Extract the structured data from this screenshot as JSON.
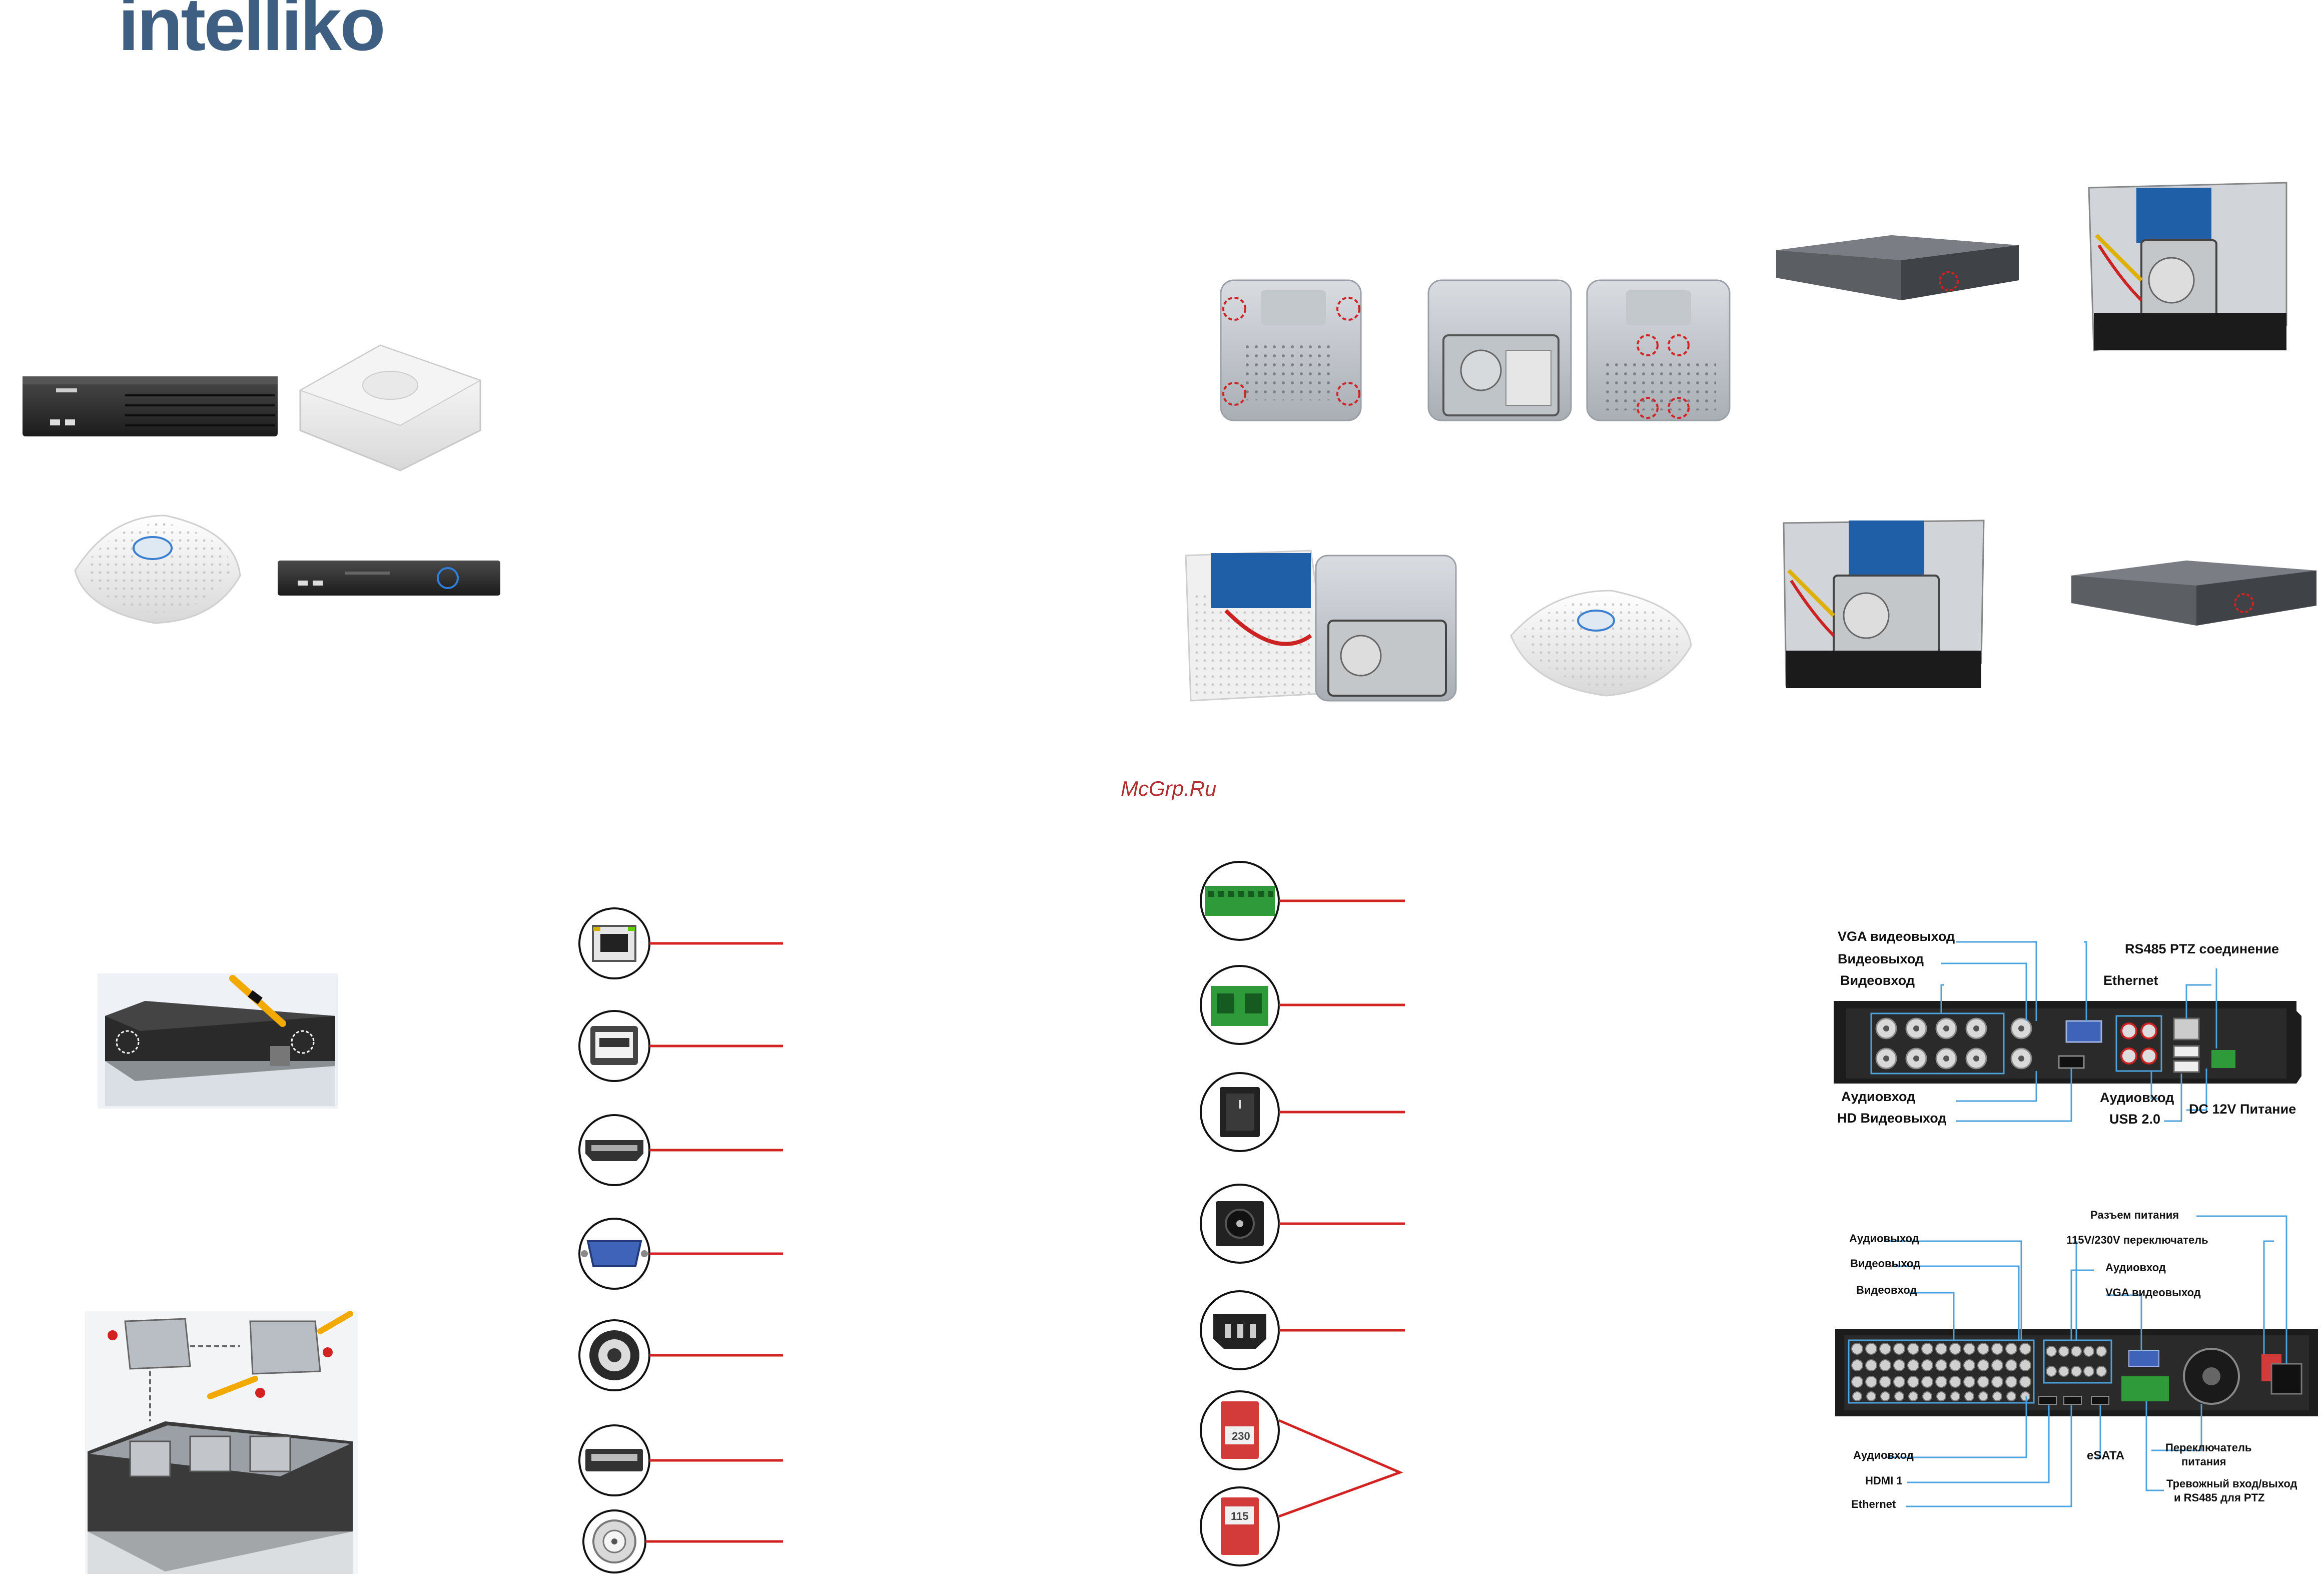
{
  "logo": {
    "text": "intelliko"
  },
  "watermark": {
    "text": "McGrp.Ru"
  },
  "colors": {
    "logo": "#3f5f82",
    "accent_red": "#d32222",
    "callout_blue": "#4aa3df",
    "watermark": "#b33030",
    "device_dark": "#2a2a2a"
  },
  "rear_panel_1": {
    "labels": {
      "vga_out": "VGA видеовыход",
      "video_out": "Видеовыход",
      "video_in": "Видеовход",
      "audio_in": "Аудиовход",
      "hd_video_out": "HD Видеовыход",
      "rs485": "RS485 PTZ соединение",
      "ethernet": "Ethernet",
      "audio_out": "Аудиовход",
      "usb": "USB 2.0",
      "dc12v": "DC 12V Питание"
    }
  },
  "rear_panel_2": {
    "labels": {
      "power_connector": "Разъем питания",
      "voltage_switch": "115V/230V переключатель",
      "audio_out_top": "Аудиовыход",
      "video_out": "Видеовыход",
      "video_in": "Видеовход",
      "audio_in_mid": "Аудиовход",
      "vga_out": "VGA видеовыход",
      "audio_in": "Аудиовход",
      "hdmi": "HDMI 1",
      "ethernet": "Ethernet",
      "esata": "eSATA",
      "power_switch_1": "Переключатель",
      "power_switch_2": "питания",
      "alarm_1": "Тревожный вход/выход",
      "alarm_2": "и RS485 для PTZ"
    }
  },
  "connector_icons_left": [
    "ethernet-port-icon",
    "usb-port-icon",
    "hdmi-port-icon",
    "vga-port-icon",
    "rca-port-icon",
    "esata-port-icon",
    "bnc-port-icon"
  ],
  "connector_icons_right": [
    "terminal-block-icon",
    "two-pin-terminal-icon",
    "rocker-switch-icon",
    "dc-jack-icon",
    "iec-power-socket-icon",
    "voltage-switch-230-icon",
    "voltage-switch-115-icon"
  ],
  "voltage_switch": {
    "top_value": "230",
    "bottom_value": "115"
  }
}
